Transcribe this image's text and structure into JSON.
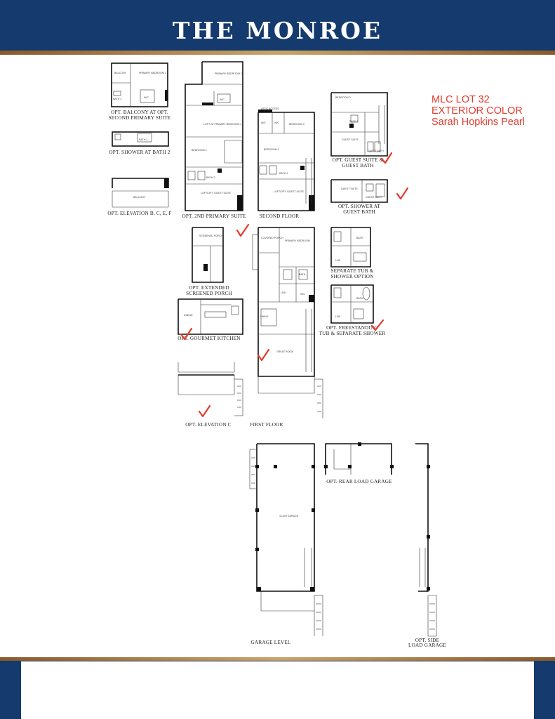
{
  "header": {
    "title": "THE MONROE",
    "navy": "#143a6e",
    "gold": "#c9a46a"
  },
  "lot_note": {
    "line1": "MLC LOT 32",
    "line2": "EXTERIOR COLOR",
    "line3": "Sarah Hopkins Pearl",
    "color": "#e53a2c"
  },
  "captions": {
    "opt_balcony_a": "OPT. BALCONY AT OPT.",
    "opt_balcony_b": "SECOND PRIMARY SUITE",
    "opt_shower_bath2": "OPT. SHOWER AT BATH 2",
    "opt_elevation_bcef": "OPT. ELEVATION B, C, E, F",
    "opt_2nd_primary": "OPT. 2ND PRIMARY SUITE",
    "second_floor": "SECOND FLOOR",
    "opt_guest_suite_a": "OPT. GUEST SUITE &",
    "opt_guest_suite_b": "GUEST BATH",
    "opt_shower_guest_a": "OPT. SHOWER AT",
    "opt_shower_guest_b": "GUEST BATH",
    "opt_ext_porch_a": "OPT. EXTENDED",
    "opt_ext_porch_b": "SCREENED PORCH",
    "opt_gourmet": "OPT. GOURMET KITCHEN",
    "sep_tub_a": "SEPARATE TUB &",
    "sep_tub_b": "SHOWER OPTION",
    "opt_freestanding_a": "OPT. FREESTANDING",
    "opt_freestanding_b": "TUB & SEPARATE SHOWER",
    "opt_elevation_c": "OPT. ELEVATION C",
    "first_floor": "FIRST FLOOR",
    "opt_rear_load": "OPT. REAR LOAD GARAGE",
    "garage_level": "GARAGE LEVEL",
    "opt_side_load_a": "OPT. SIDE",
    "opt_side_load_b": "LOAD GARAGE"
  },
  "rooms": {
    "balcony": "BALCONY",
    "primary_bedroom_2": "PRIMARY BEDROOM 2",
    "bath_2": "BATH 2",
    "wic": "W/C",
    "loft_primary": "LOFT W/ PRIMARY BEDROOM 2",
    "bedroom_2": "BEDROOM 2",
    "bedroom_3": "BEDROOM 3",
    "loft_guest": "LOFT/OPT. GUEST SUITE",
    "attic": "ATTIC ACCESS",
    "guest_suite": "GUEST SUITE",
    "guest_bath": "GUEST BATH",
    "screened_porch": "SCREENED PORCH",
    "covered_porch": "COVERED PORCH",
    "primary_bedroom": "PRIMARY BEDROOM",
    "bath": "BATH",
    "lnd": "LND",
    "dining": "DINING",
    "great_room": "GREAT ROOM",
    "garage_4car": "4-CAR GARAGE"
  }
}
